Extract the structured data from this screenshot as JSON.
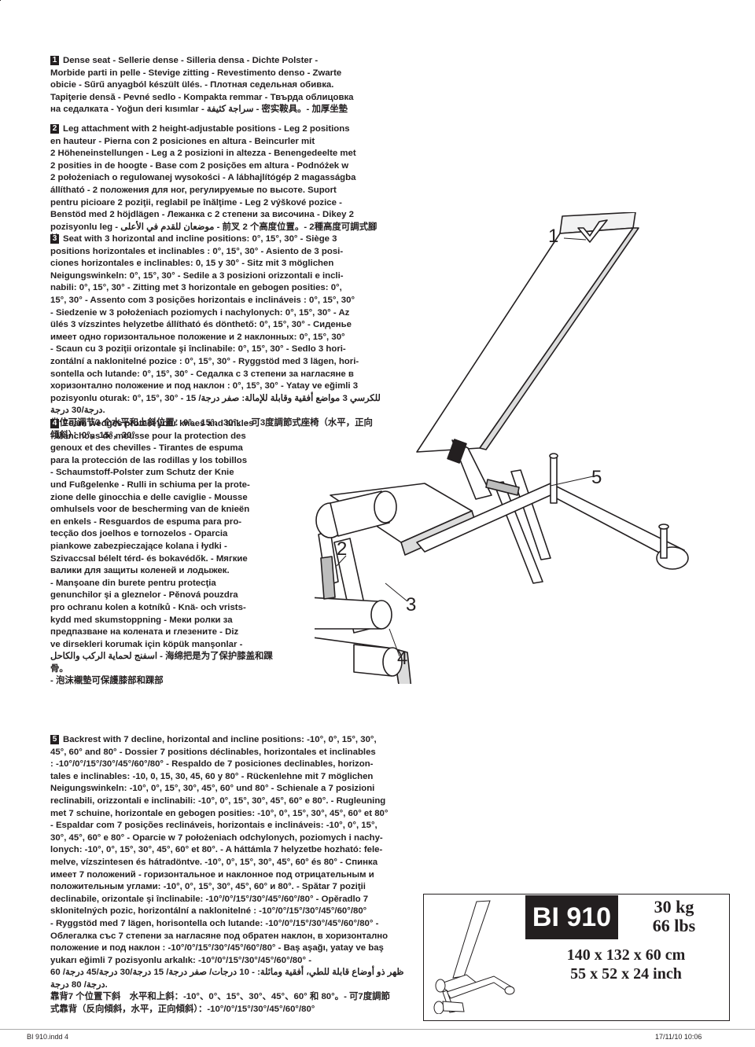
{
  "sections": [
    {
      "number": "1",
      "lines": [
        "Dense seat - Sellerie dense - Silleria densa - Dichte Polster -",
        "Morbide parti in pelle - Stevige zitting - Revestimento denso - Zwarte",
        "obicie - Sűrű anyagból készült ülés. - Плотная седельная обивка.",
        "Tapiţerie densă - Pevné sedlo - Kompakta remmar - Твърда облицовка",
        "на седалката - Yoğun deri kısımlar - سراجة كثيفة - 密实鞍具。- 加厚坐墊"
      ]
    },
    {
      "number": "2",
      "lines": [
        "Leg attachment with 2 height-adjustable positions - Leg 2 positions",
        "en hauteur - Pierna con 2 posiciones en altura - Beincurler mit",
        "2 Höheneinstellungen - Leg a 2 posizioni in altezza - Benengedeelte met",
        "2 posities in de hoogte - Base com 2 posições em altura - Podnóżek w",
        "2 położeniach o regulowanej wysokości - A lábhajlítógép 2 magasságba",
        "állítható - 2 положения для ног, регулируемые по высоте. Suport",
        "pentru picioare 2 poziţii, reglabil pe înălţime - Leg 2 výškové pozice -",
        "Benstöd med 2 höjdlägen - Лежанка с 2 степени за височина - Dikey 2",
        "pozisyonlu leg - موضعان للقدم في الأعلى - 前叉 2 个高度位置。- 2種高度可調式腳輪"
      ]
    },
    {
      "number": "3",
      "lines": [
        "Seat with 3 horizontal and incline positions: 0°, 15°, 30° - Siège 3",
        "positions horizontales et inclinables : 0°, 15°, 30° - Asiento de 3 posi-",
        "ciones horizontales e inclinables: 0, 15 y 30° - Sitz mit 3 möglichen",
        "Neigungswinkeln: 0°, 15°, 30° - Sedile a 3 posizioni orizzontali e incli-",
        "nabili: 0°, 15°, 30° - Zitting met 3 horizontale en gebogen posities: 0°,",
        "15°, 30° - Assento com 3 posições horizontais e inclináveis : 0°, 15°, 30°",
        "- Siedzenie w 3 położeniach poziomych i nachylonych: 0°, 15°, 30° - Az",
        "ülés 3 vízszintes helyzetbe állítható és dönthető: 0°, 15°, 30° - Сиденье",
        "имеет одно горизонтальное положение и 2 наклонных: 0°, 15°, 30°",
        "- Scaun cu 3 poziţii orizontale şi înclinabile: 0°, 15°, 30° - Sedlo 3 hori-",
        "zontální a naklonitelné pozice : 0°, 15°, 30° - Ryggstöd med 3 lägen, hori-",
        "sontella och lutande: 0°, 15°, 30° - Седалка с 3 степени за нагласяне в",
        "хоризонтално положение и под наклон : 0°, 15°, 30° - Yatay ve eğimli 3",
        "pozisyonlu oturak: 0°, 15°, 30° - للكرسي 3 مواضع أفقية وقابلة للإمالة: صفر درجة/ 15 درجة/30 درجة.",
        "坐位可调节3 个水平和上斜位置：0°、15°、30°。- 可3度調節式座椅（水平，正向",
        "傾斜）：0°，15°，30°"
      ]
    },
    {
      "number": "4",
      "lines": [
        "Foam wedges protect your knees and ankles",
        "- Manchons de mousse pour la protection des",
        "genoux et des chevilles - Tirantes de espuma",
        "para la protección de las rodillas y los tobillos",
        "- Schaumstoff-Polster zum Schutz der Knie",
        "und Fußgelenke - Rulli in schiuma per la prote-",
        "zione delle ginocchia e delle caviglie - Mousse",
        "omhulsels voor de bescherming van de knieën",
        "en enkels - Resguardos de espuma para pro-",
        "tecção dos joelhos e tornozelos - Oparcia",
        "piankowe zabezpieczające kolana i łydki -",
        "Szivaccsal bélelt térd- és bokavédők. - Мягкие",
        "валики для защиты коленей и лодыжек.",
        "- Manşoane din burete pentru protecţia",
        "genunchilor şi a gleznelor - Pěnová pouzdra",
        "pro ochranu kolen a kotníků - Knä- och vrists-",
        "kydd med skumstoppning - Меки ролки за",
        "предпазване на колената и глезените - Diz",
        "ve dirsekleri korumak için köpük manşonlar -",
        "اسفنج لحماية الركب والكاحل - 海绵把是为了保护膝盖和踝骨。",
        "- 泡沫襯墊可保護膝部和踝部"
      ]
    },
    {
      "number": "5",
      "lines": [
        "Backrest with 7 decline, horizontal and incline positions: -10°, 0°, 15°, 30°,",
        "45°, 60° and 80° - Dossier 7 positions déclinables, horizontales et inclinables",
        ": -10°/0°/15°/30°/45°/60°/80° - Respaldo de 7 posiciones declinables, horizon-",
        "tales e inclinables: -10, 0, 15, 30, 45, 60 y 80° - Rückenlehne mit 7 möglichen",
        "Neigungswinkeln: -10°, 0°, 15°, 30°, 45°, 60° und 80° - Schienale a 7 posizioni",
        "reclinabili, orizzontali e inclinabili: -10°, 0°, 15°, 30°, 45°, 60° e 80°. - Rugleuning",
        "met 7 schuine, horizontale en gebogen posities: -10°, 0°, 15°, 30°, 45°, 60° et 80°",
        "- Espaldar com 7 posições reclináveis, horizontais e inclináveis: -10°, 0°, 15°,",
        "30°, 45°, 60° e 80° - Oparcie w 7 położeniach odchylonych, poziomych i nachy-",
        "lonych: -10°, 0°, 15°, 30°, 45°, 60° et 80°. - A háttámla 7 helyzetbe hozható: fele-",
        "melve, vízszintesen és hátradöntve. -10°, 0°, 15°, 30°, 45°, 60° és 80° - Спинка",
        "имеет 7 положений - горизонтальное и наклонное под отрицательным и",
        "положительным углами: -10°, 0°, 15°, 30°, 45°, 60° и 80°. - Spătar 7 poziţii",
        "declinabile, orizontale şi înclinabile: -10°/0°/15°/30°/45°/60°/80° - Opěradlo 7",
        "sklonitelných pozic, horizontální a naklonitelné : -10°/0°/15°/30°/45°/60°/80°",
        "- Ryggstöd med 7 lägen, horisontella och lutande: -10°/0°/15°/30°/45°/60°/80° -",
        "Облегалка със 7 степени за нагласяне под обратен наклон, в хоризонтално",
        "положение и под наклон : -10°/0°/15°/30°/45°/60°/80° - Baş aşağı, yatay ve baş",
        "yukarı eğimli 7 pozisyonlu arkalık: -10°/0°/15°/30°/45°/60°/80° -",
        "ظهر ذو أوضاع قابلة للطي، أفقية ومائلة: - 10 درجات/ صفر درجة/ 15 درجة/30 درجة/45 درجة/ 60 درجة/ 80 درجة.",
        "靠背7 个位置下斜　水平和上斜：-10°、0°、15°、30°、45°、60° 和 80°。- 可7度調節",
        "式靠背（反向傾斜，水平，正向傾斜）：-10°/0°/15°/30°/45°/60°/80°"
      ]
    }
  ],
  "figure_callouts": [
    "1",
    "2",
    "3",
    "4",
    "5"
  ],
  "product": {
    "model": "BI 910",
    "weight_kg": "30 kg",
    "weight_lbs": "66 lbs",
    "dims_cm": "140 x 132 x 60 cm",
    "dims_inch": "55 x 52 x 24 inch"
  },
  "footer": {
    "file": "BI 910.indd   4",
    "date": "17/11/10   10:06"
  }
}
